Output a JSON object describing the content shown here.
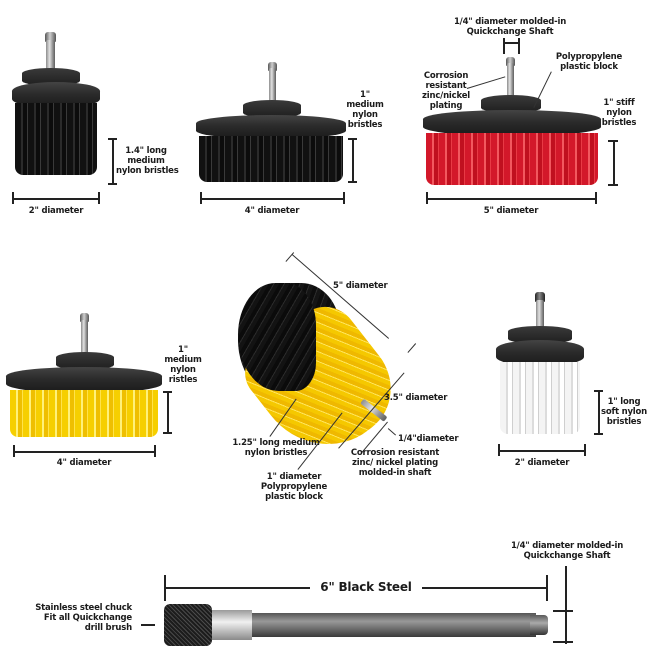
{
  "image": {
    "title": "Drill brush attachment set with extension",
    "background": "#ffffff"
  },
  "brushes": [
    {
      "id": "brush-2in-black",
      "color_name": "black",
      "bristle_color": "#111111",
      "labels": {
        "bristle_length": "1.4\" long\nmedium\nnylon bristles",
        "diameter": "2\" diameter"
      }
    },
    {
      "id": "brush-4in-black",
      "color_name": "black",
      "bristle_color": "#111111",
      "labels": {
        "bristle_length": "1\"\nmedium\nnylon\nbristles",
        "diameter": "4\" diameter"
      }
    },
    {
      "id": "brush-5in-red",
      "color_name": "red",
      "bristle_color": "#d3182a",
      "labels": {
        "shaft": "1/4\" diameter molded-in\nQuickchange Shaft",
        "plating": "Corrosion\nresistant\nzinc/nickel\nplating",
        "block": "Polypropylene\nplastic block",
        "bristle_length": "1\" stiff\nnylon\nbristles",
        "diameter": "5\" diameter"
      }
    },
    {
      "id": "brush-4in-yellow",
      "color_name": "yellow",
      "bristle_color": "#f6cf00",
      "labels": {
        "bristle_length": "1\"\nmedium\nnylon\nristles",
        "diameter": "4\" diameter"
      }
    },
    {
      "id": "brush-round-yellow-black",
      "color_name": "yellow/black",
      "bristle_color": "#f6cf00",
      "labels": {
        "outer_diameter": "5\" diameter",
        "inner_diameter": "3.5\" diameter",
        "shaft_diameter": "1/4\"diameter",
        "bristles": "1.25\" long medium\nnylon bristles",
        "block": "1\" diameter\nPolypropylene\nplastic block",
        "shaft": "Corrosion resistant\nzinc/ nickel plating\nmolded-in shaft"
      }
    },
    {
      "id": "brush-2in-white",
      "color_name": "white",
      "bristle_color": "#f4f4f4",
      "labels": {
        "bristle_length": "1\" long\nsoft nylon\nbristles",
        "diameter": "2\" diameter"
      }
    }
  ],
  "extension": {
    "length_label": "6\" Black Steel",
    "shaft_label": "1/4\" diameter molded-in\nQuickchange Shaft",
    "chuck_label": "Stainless steel chuck\nFit all Quickchange\ndrill brush"
  }
}
